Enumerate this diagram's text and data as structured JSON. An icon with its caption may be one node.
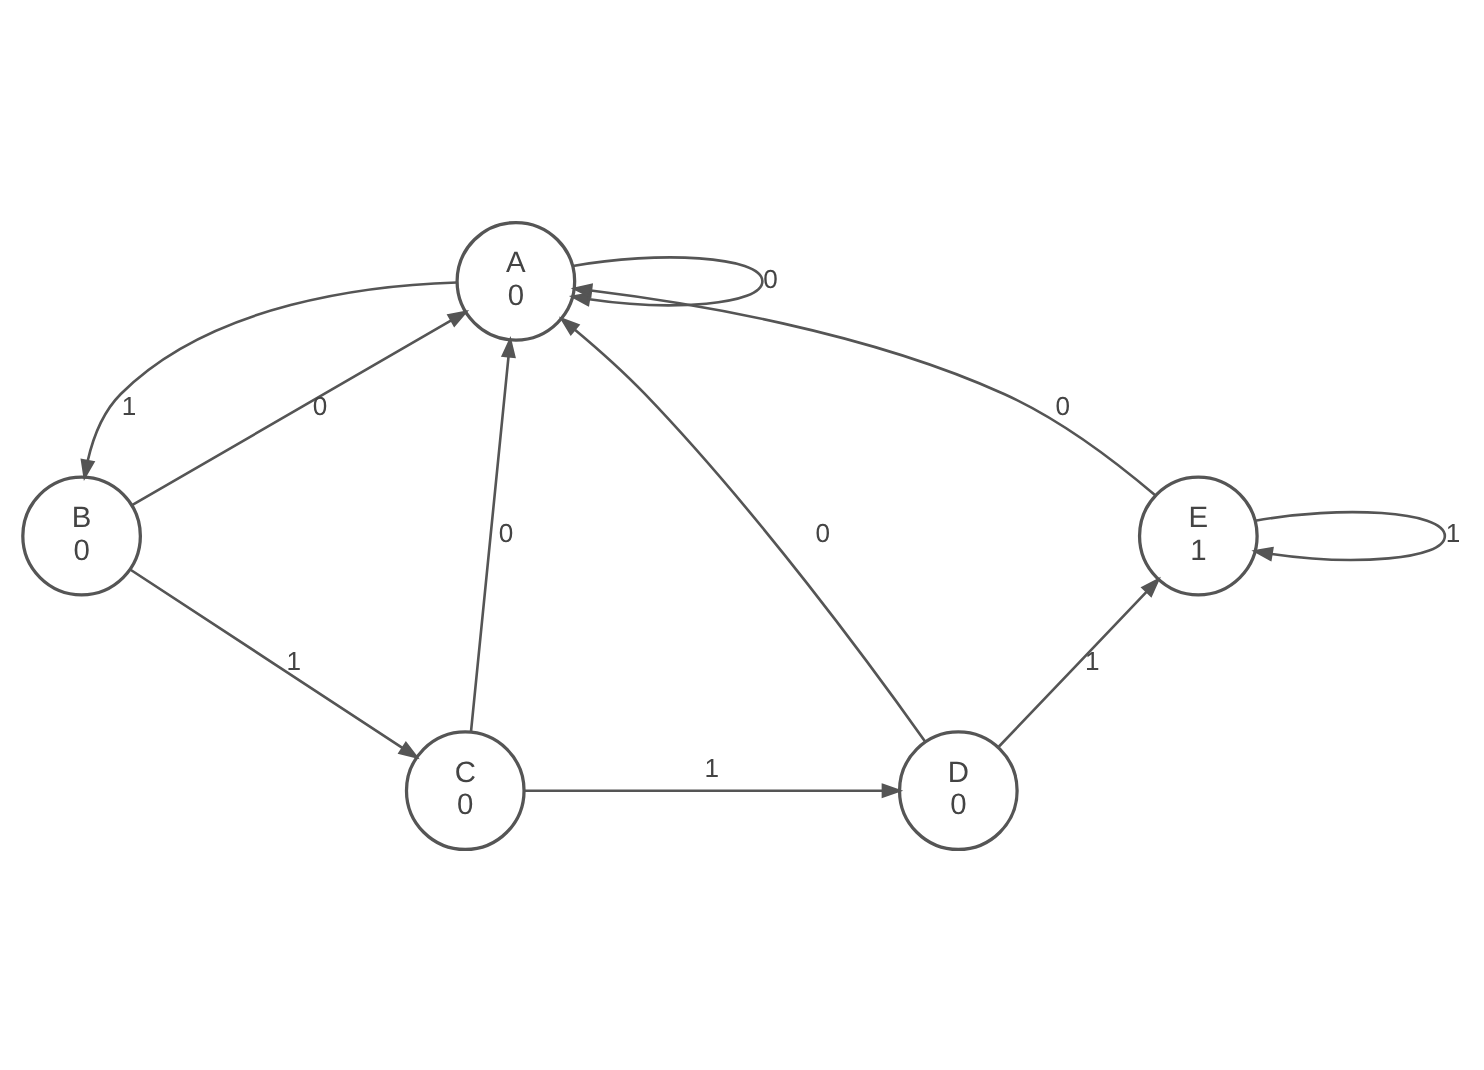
{
  "diagram": {
    "nodes": [
      {
        "text": [
          "A",
          "0"
        ]
      },
      {
        "text": [
          "B",
          "0"
        ]
      },
      {
        "text": [
          "C",
          "0"
        ]
      },
      {
        "text": [
          "D",
          "0"
        ]
      },
      {
        "text": [
          "E",
          "1"
        ]
      }
    ],
    "edges": [
      {
        "from": 0,
        "to": 0,
        "arrow": "to",
        "label": "0"
      },
      {
        "from": 0,
        "to": 1,
        "arrow": "to",
        "label": "1"
      },
      {
        "from": 1,
        "to": 0,
        "arrow": "to",
        "label": "0"
      },
      {
        "from": 1,
        "to": 2,
        "arrow": "to",
        "label": "1"
      },
      {
        "from": 2,
        "to": 0,
        "arrow": "to",
        "label": "0"
      },
      {
        "from": 2,
        "to": 3,
        "arrow": "to",
        "label": "1"
      },
      {
        "from": 3,
        "to": 0,
        "arrow": "to",
        "label": "0"
      },
      {
        "from": 3,
        "to": 4,
        "arrow": "to",
        "label": "1"
      },
      {
        "from": 4,
        "to": 0,
        "arrow": "to",
        "label": "0"
      },
      {
        "from": 4,
        "to": 4,
        "arrow": "to",
        "label": "1"
      }
    ]
  }
}
